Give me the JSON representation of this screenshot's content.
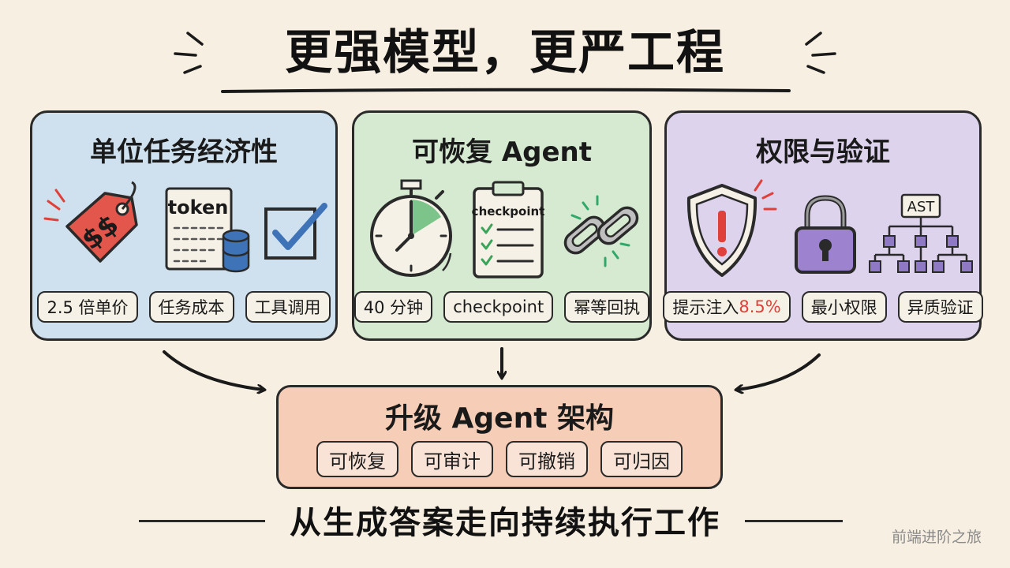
{
  "title": "更强模型，更严工程",
  "panels": [
    {
      "title": "单位任务经济性",
      "icon_text": {
        "price": "$$",
        "doc": "token"
      },
      "icons": [
        "price-tag-icon",
        "token-document-icon",
        "checkbox-icon"
      ],
      "chips": [
        "2.5 倍单价",
        "任务成本",
        "工具调用"
      ]
    },
    {
      "title": "可恢复 Agent",
      "icon_text": {
        "clipboard": "checkpoint"
      },
      "icons": [
        "stopwatch-icon",
        "checkpoint-clipboard-icon",
        "chain-link-icon"
      ],
      "chips": [
        "40 分钟",
        "checkpoint",
        "幂等回执"
      ]
    },
    {
      "title": "权限与验证",
      "icon_text": {
        "ast": "AST"
      },
      "icons": [
        "warning-shield-icon",
        "padlock-icon",
        "ast-tree-icon"
      ],
      "chips": [
        "提示注入",
        "最小权限",
        "异质验证"
      ],
      "chip_highlight": "8.5%"
    }
  ],
  "bottom": {
    "title": "升级 Agent 架构",
    "chips": [
      "可恢复",
      "可审计",
      "可撤销",
      "可归因"
    ]
  },
  "tagline": "从生成答案走向持续执行工作",
  "watermark": "前端进阶之旅",
  "colors": {
    "background": "#f7efe1",
    "panel_blue": "#cfe1ee",
    "panel_green": "#d6ead1",
    "panel_purple": "#ddd3ec",
    "bottom_box": "#f6cdb6",
    "accent_red": "#e0403a"
  }
}
